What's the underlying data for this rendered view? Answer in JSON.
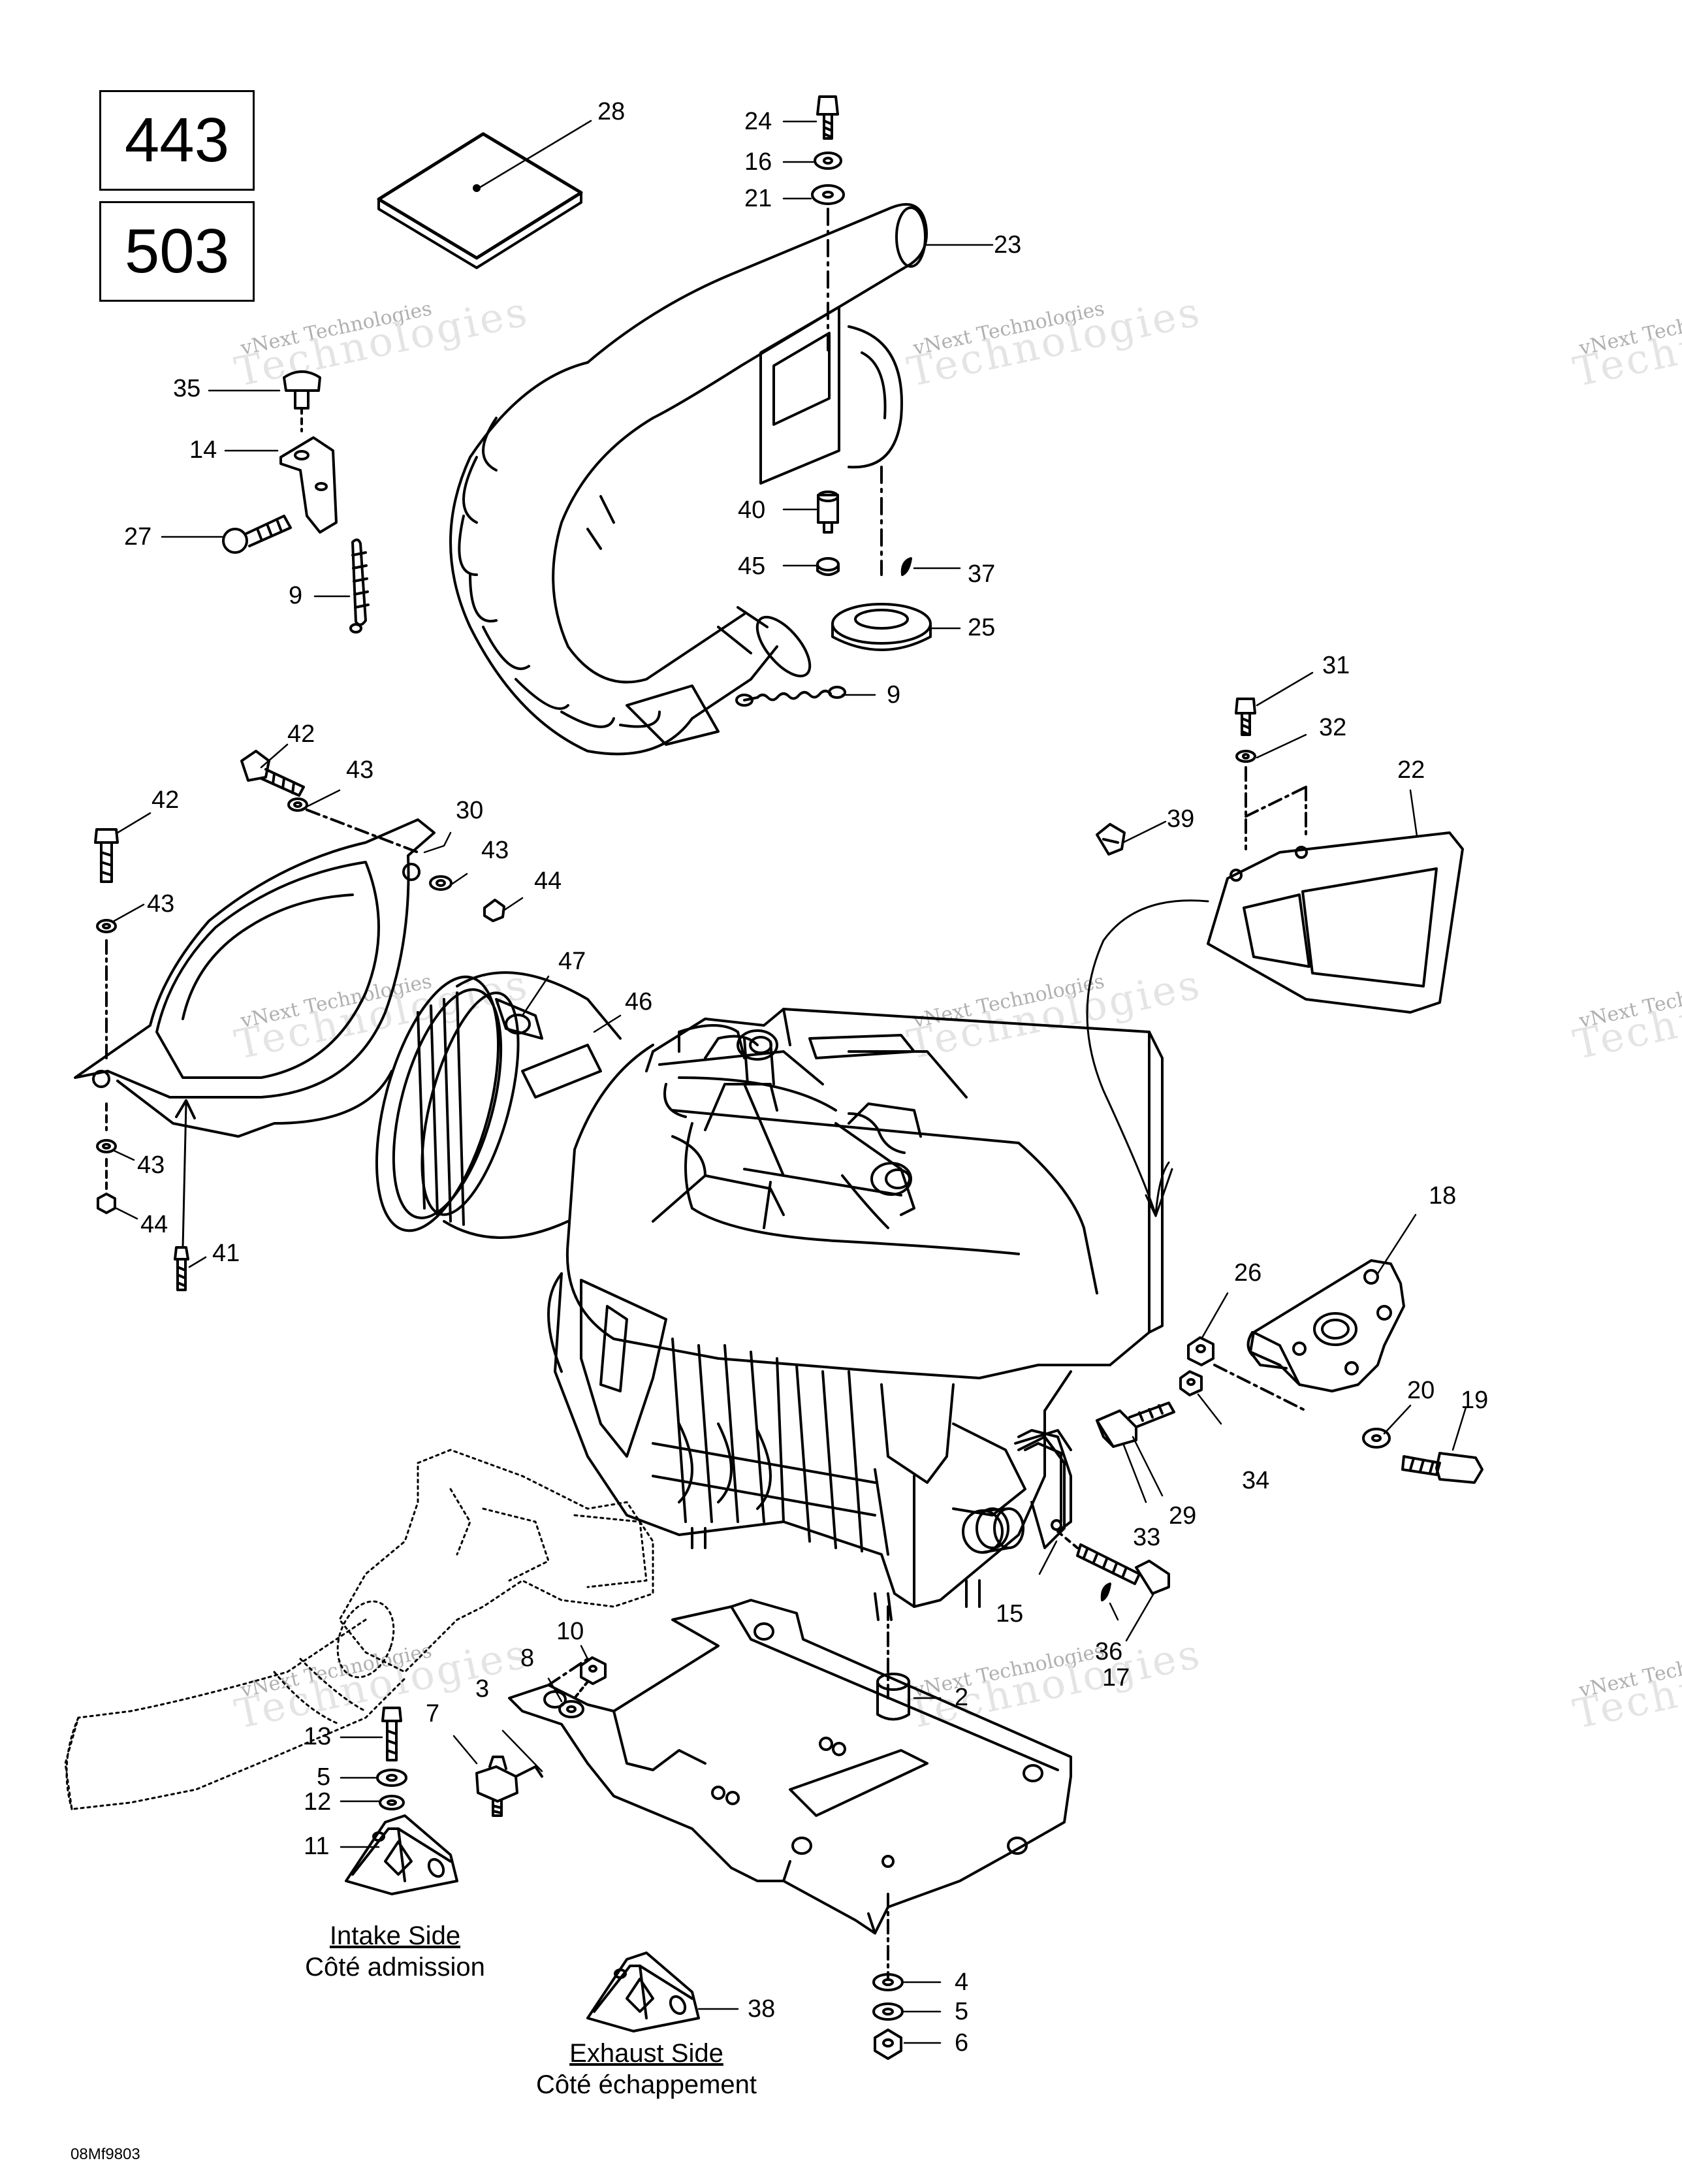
{
  "model_boxes": [
    "443",
    "503"
  ],
  "captions": {
    "intake_en": "Intake Side",
    "intake_fr": "Côté admission",
    "exhaust_en": "Exhaust Side",
    "exhaust_fr": "Côté échappement"
  },
  "drawing_code": "08Mf9803",
  "watermark": {
    "line1": "vNext Technologies",
    "line2": "Technologies"
  },
  "callouts": [
    "28",
    "24",
    "16",
    "21",
    "23",
    "35",
    "14",
    "27",
    "9",
    "40",
    "45",
    "37",
    "25",
    "9",
    "31",
    "32",
    "22",
    "39",
    "42",
    "43",
    "42",
    "30",
    "43",
    "44",
    "43",
    "47",
    "46",
    "43",
    "44",
    "41",
    "18",
    "26",
    "20",
    "19",
    "34",
    "29",
    "33",
    "15",
    "36",
    "17",
    "2",
    "10",
    "8",
    "3",
    "7",
    "13",
    "5",
    "12",
    "11",
    "4",
    "5",
    "6",
    "38"
  ]
}
